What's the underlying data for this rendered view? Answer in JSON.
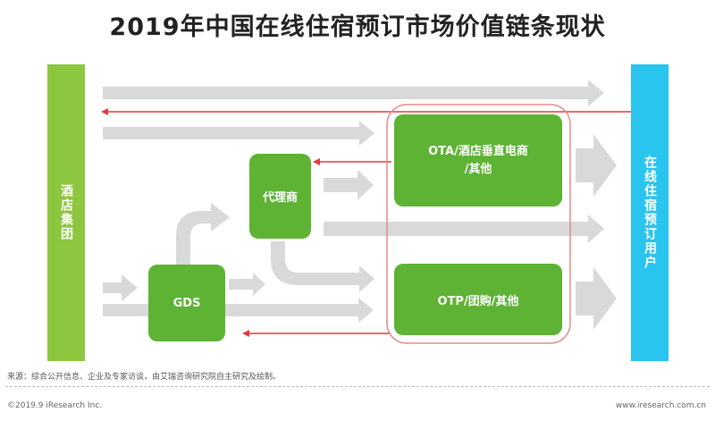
{
  "title": "2019年中国在线住宿预订市场价值链条现状",
  "nodes": {
    "hotel_group": "酒店集团",
    "agent": "代理商",
    "gds": "GDS",
    "ota": "OTA/酒店垂直电商/其他",
    "ota_line1": "OTA/酒店垂直电商",
    "ota_line2": "/其他",
    "otp": "OTP/团购/其他",
    "users": "在线住宿预订用户"
  },
  "colors": {
    "hotel_group": "#8dc63f",
    "green_box": "#5eb234",
    "users": "#29c5ee",
    "arrow_gray": "#d9d9d9",
    "return_red": "#e2393f",
    "group_outline": "#e58a8a"
  },
  "footer": {
    "source": "来源：综合公开信息、企业及专家访谈，由艾瑞咨询研究院自主研究及绘制。",
    "copyright": "©2019.9 iResearch Inc.",
    "website": "www.iresearch.com.cn"
  }
}
